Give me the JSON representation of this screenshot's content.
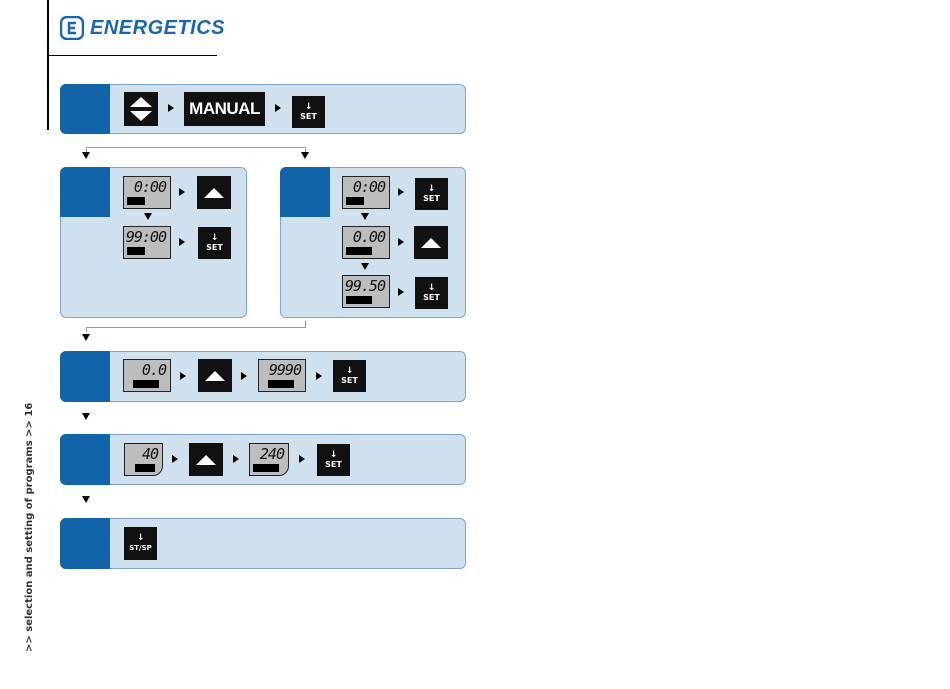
{
  "brand": {
    "name": "ENERGETICS",
    "logo_letter": "E",
    "color": "#1a67b1"
  },
  "step1": {
    "manual_label": "MANUAL",
    "set_label": "SET"
  },
  "left_branch": {
    "display1": "0:00",
    "display2": "99:00",
    "set_label": "SET"
  },
  "right_branch": {
    "display1": "0:00",
    "display2": "0.00",
    "display3": "99.50",
    "set_label1": "SET",
    "set_label2": "SET"
  },
  "step3": {
    "display1": "0.0",
    "display2": "9990",
    "set_label": "SET"
  },
  "step4": {
    "display1": "40",
    "display2": "240",
    "set_label": "SET"
  },
  "step5": {
    "button_label": "ST/SP"
  },
  "side_text": ">> selection and setting of programs >> 16"
}
